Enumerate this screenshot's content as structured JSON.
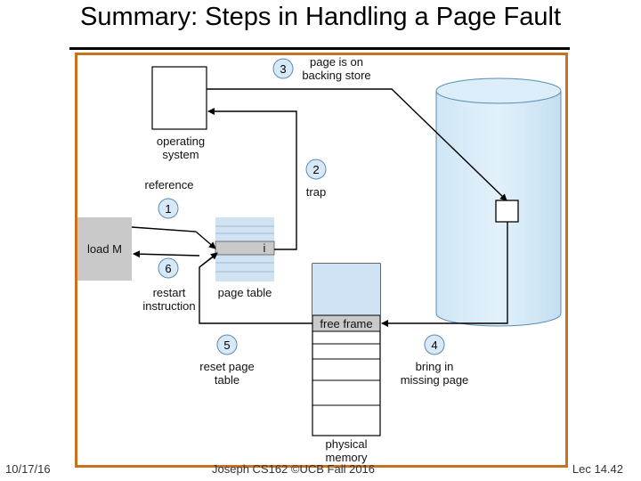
{
  "slide": {
    "title": "Summary: Steps in Handling a Page Fault"
  },
  "diagram": {
    "steps": [
      {
        "num": "1",
        "label": "reference"
      },
      {
        "num": "2",
        "label": "trap"
      },
      {
        "num": "3",
        "label_line1": "page is on",
        "label_line2": "backing store"
      },
      {
        "num": "4",
        "label_line1": "bring in",
        "label_line2": "missing page"
      },
      {
        "num": "5",
        "label_line1": "reset page",
        "label_line2": "table"
      },
      {
        "num": "6",
        "label_line1": "restart",
        "label_line2": "instruction"
      }
    ],
    "os_label_line1": "operating",
    "os_label_line2": "system",
    "instruction_label": "load M",
    "page_table_entry": "i",
    "page_table_label": "page table",
    "free_frame_label": "free frame",
    "memory_label_line1": "physical",
    "memory_label_line2": "memory"
  },
  "footer": {
    "date": "10/17/16",
    "credit": "Joseph CS162 ©UCB Fall 2016",
    "lecture": "Lec 14.42"
  }
}
